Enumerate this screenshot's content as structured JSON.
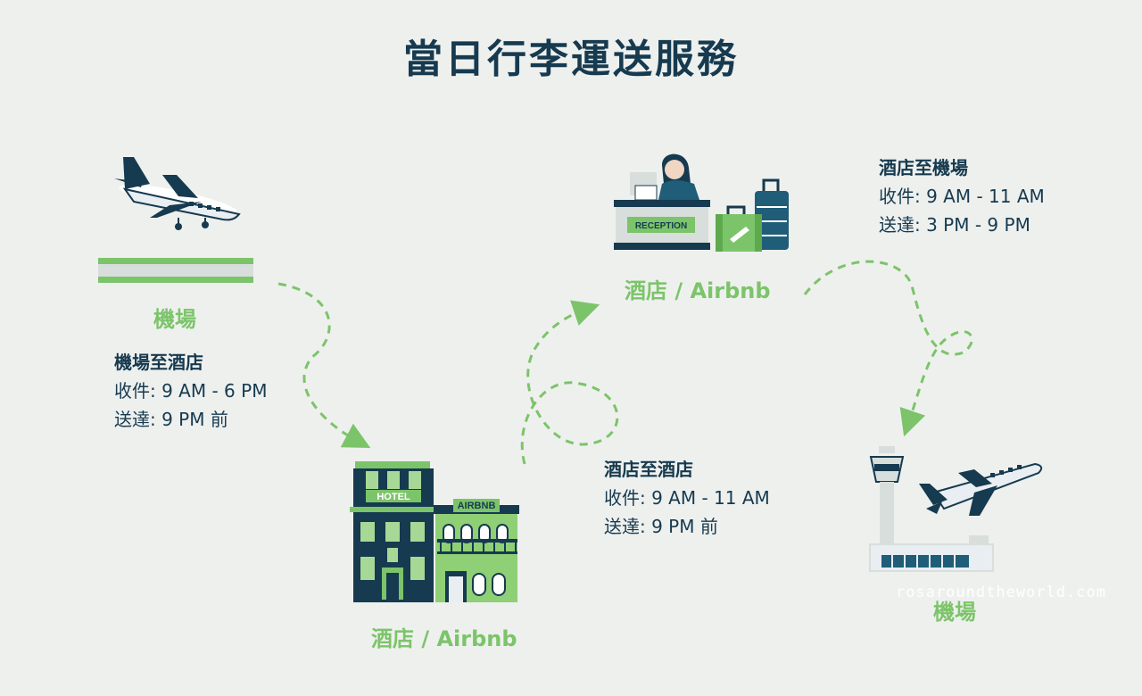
{
  "title": "當日行李運送服務",
  "locations": {
    "airport_start": "機場",
    "hotel_mid": "酒店 / Airbnb",
    "hotel_top": "酒店 / Airbnb",
    "airport_end": "機場"
  },
  "routes": {
    "airport_to_hotel": {
      "heading": "機場至酒店",
      "pickup": "收件: 9 AM - 6 PM",
      "delivery": "送達: 9 PM 前"
    },
    "hotel_to_hotel": {
      "heading": "酒店至酒店",
      "pickup": "收件: 9 AM - 11 AM",
      "delivery": "送達: 9 PM 前"
    },
    "hotel_to_airport": {
      "heading": "酒店至機場",
      "pickup": "收件: 9 AM - 11 AM",
      "delivery": "送達: 3 PM - 9 PM"
    }
  },
  "signs": {
    "hotel": "HOTEL",
    "airbnb": "AIRBNB",
    "reception": "RECEPTION"
  },
  "watermark": "rosaroundtheworld.com",
  "colors": {
    "navy": "#163a4f",
    "green": "#7cc46a",
    "background": "#eef0ee"
  }
}
